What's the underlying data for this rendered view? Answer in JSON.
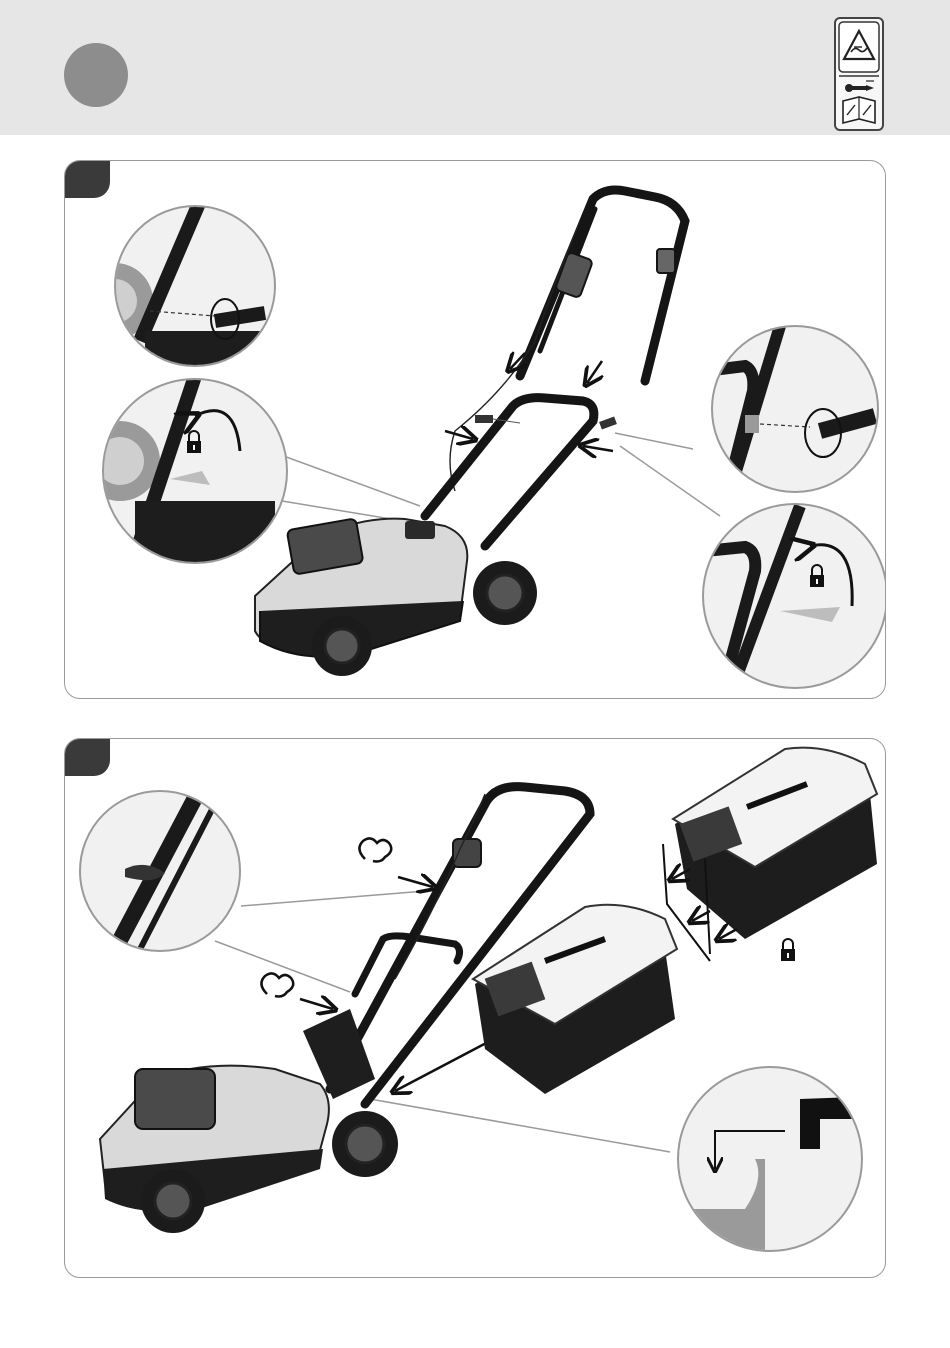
{
  "header": {
    "step_marker": "grey-circle",
    "icons": [
      "warning-hazard-icon",
      "screwdriver-icon",
      "read-manual-icon"
    ]
  },
  "panels": [
    {
      "name": "handle-assembly",
      "illustration": "lawn-mower-handle-attachment",
      "callouts": [
        "unlock-padlock-icon",
        "rotate-arrow-icon"
      ]
    },
    {
      "name": "grass-box-fitting",
      "illustration": "lawn-mower-grass-box",
      "callouts": [
        "cable-clip-icon",
        "padlock-icon"
      ]
    }
  ],
  "colors": {
    "header_bg": "#e6e6e6",
    "step_dot": "#8d8d8d",
    "tab": "#3a3a3a",
    "panel_border": "#9a9a9a"
  }
}
